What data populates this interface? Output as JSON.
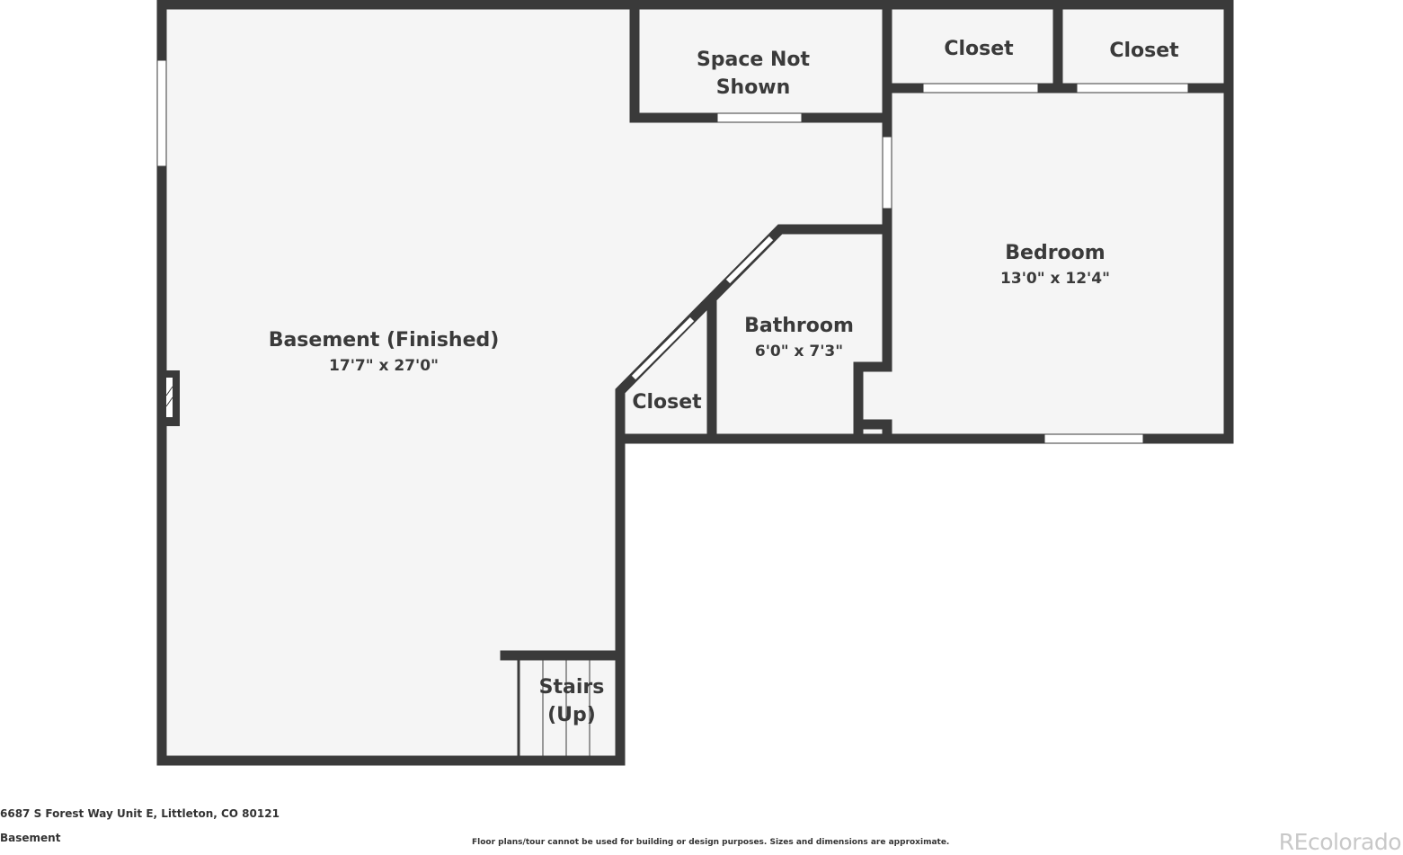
{
  "rooms": {
    "basement": {
      "name": "Basement (Finished)",
      "dims": "17'7\" x 27'0\""
    },
    "space_not_shown": {
      "name_line1": "Space Not",
      "name_line2": "Shown"
    },
    "closet_top_left": {
      "name": "Closet"
    },
    "closet_top_right": {
      "name": "Closet"
    },
    "bedroom": {
      "name": "Bedroom",
      "dims": "13'0\" x 12'4\""
    },
    "bathroom": {
      "name": "Bathroom",
      "dims": "6'0\" x 7'3\""
    },
    "closet_small": {
      "name": "Closet"
    },
    "stairs": {
      "name_line1": "Stairs",
      "name_line2": "(Up)"
    }
  },
  "footer": {
    "address": "6687 S Forest Way Unit E, Littleton, CO 80121",
    "level": "Basement",
    "disclaimer": "Floor plans/tour cannot be used for building or design purposes. Sizes and dimensions are approximate.",
    "brand": "REcolorado"
  },
  "colors": {
    "wall": "#3a3a3a",
    "floor": "#f5f5f5",
    "opening": "#ffffff"
  }
}
